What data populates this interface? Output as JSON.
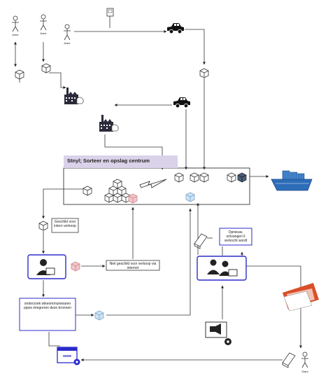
{
  "actors": {
    "top_left_1": "Actor",
    "top_left_2": "Actor",
    "top_mid": "Actor",
    "bottom_right": "Klant"
  },
  "center": {
    "title": "Stnyl; Sorteer en opslag centrum"
  },
  "notes": {
    "geschikt_intern": "Geschikt voor intern verkoop",
    "niet_geschikt": "Niet geschikt voor verkoop via internet",
    "opnieuw_verkocht": "Opnieuw, ontvangen ll verkocht wordt",
    "onderzoek": "onderzoek wikeommunieiaren pipes integreren deze bronnen"
  },
  "colors": {
    "accent_blue": "#2b2bcc",
    "title_band": "#d9d2e9",
    "pink_cube": "#f3c6cc",
    "blue_cube": "#cfe2f3",
    "ship_blue": "#2e6db8",
    "card_red": "#d94f2a"
  }
}
